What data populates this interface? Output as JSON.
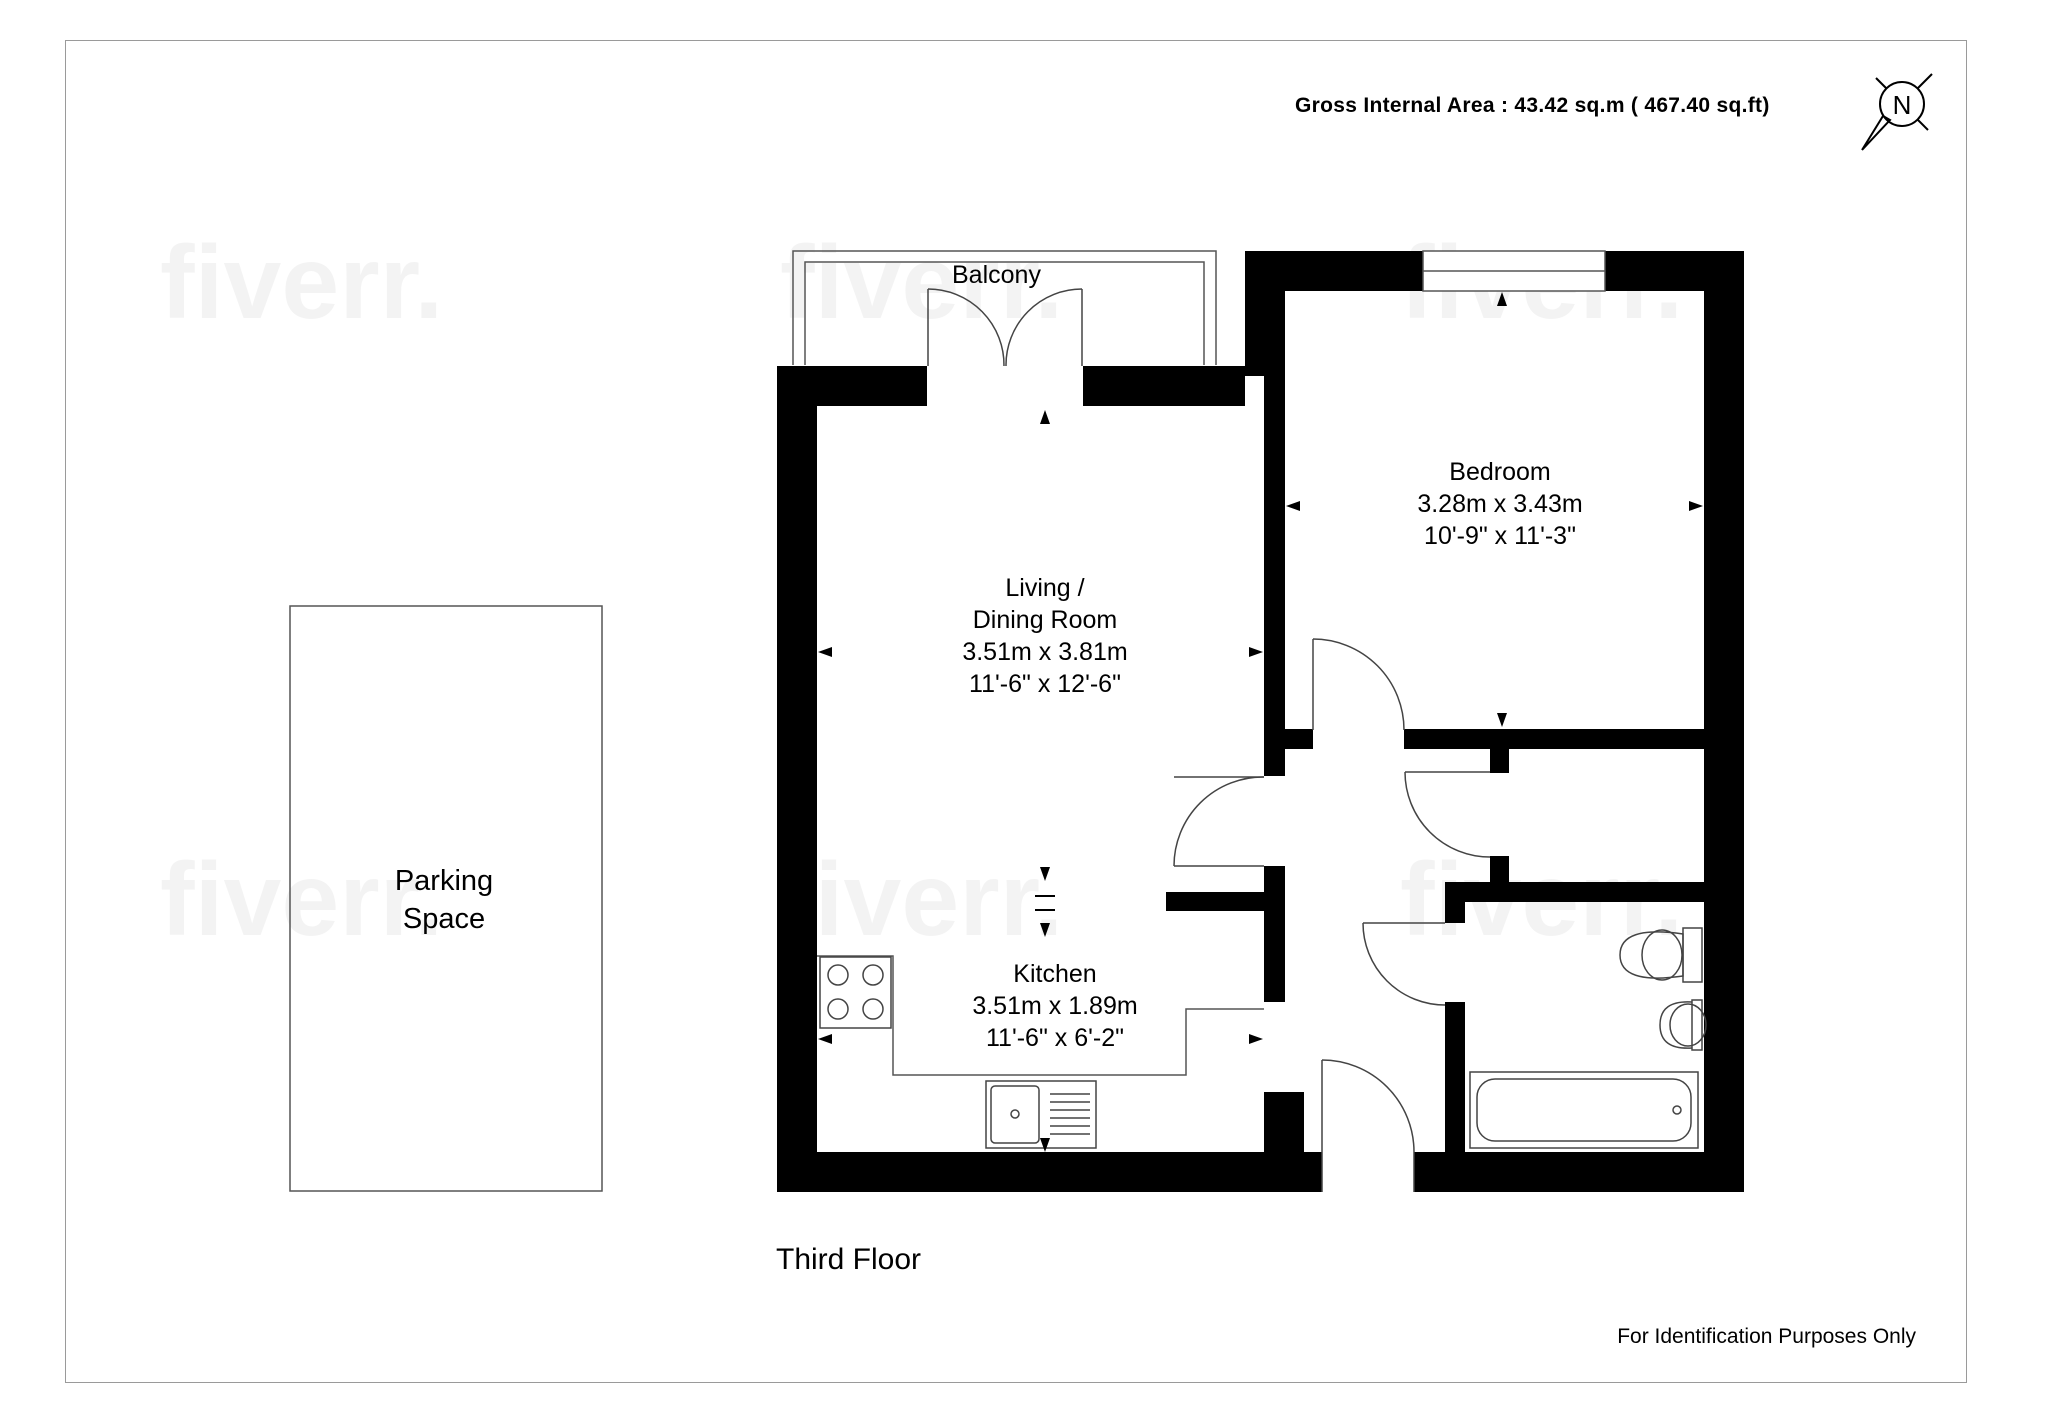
{
  "header": {
    "gross_internal_area": "Gross Internal Area : 43.42 sq.m ( 467.40 sq.ft)",
    "north_label": "N"
  },
  "floor_label": "Third Floor",
  "footer_note": "For Identification Purposes Only",
  "rooms": {
    "balcony": {
      "name": "Balcony"
    },
    "living": {
      "name_line1": "Living /",
      "name_line2": "Dining Room",
      "metric": "3.51m x 3.81m",
      "imperial": "11'-6\" x 12'-6\""
    },
    "bedroom": {
      "name": "Bedroom",
      "metric": "3.28m x 3.43m",
      "imperial": "10'-9\" x 11'-3\""
    },
    "kitchen": {
      "name": "Kitchen",
      "metric": "3.51m x 1.89m",
      "imperial": "11'-6\" x 6'-2\""
    },
    "parking": {
      "name_line1": "Parking",
      "name_line2": "Space"
    }
  },
  "watermark_text": "fiverr.",
  "colors": {
    "wall": "#000000",
    "outline": "#555555",
    "frame": "#9a9a9a"
  }
}
